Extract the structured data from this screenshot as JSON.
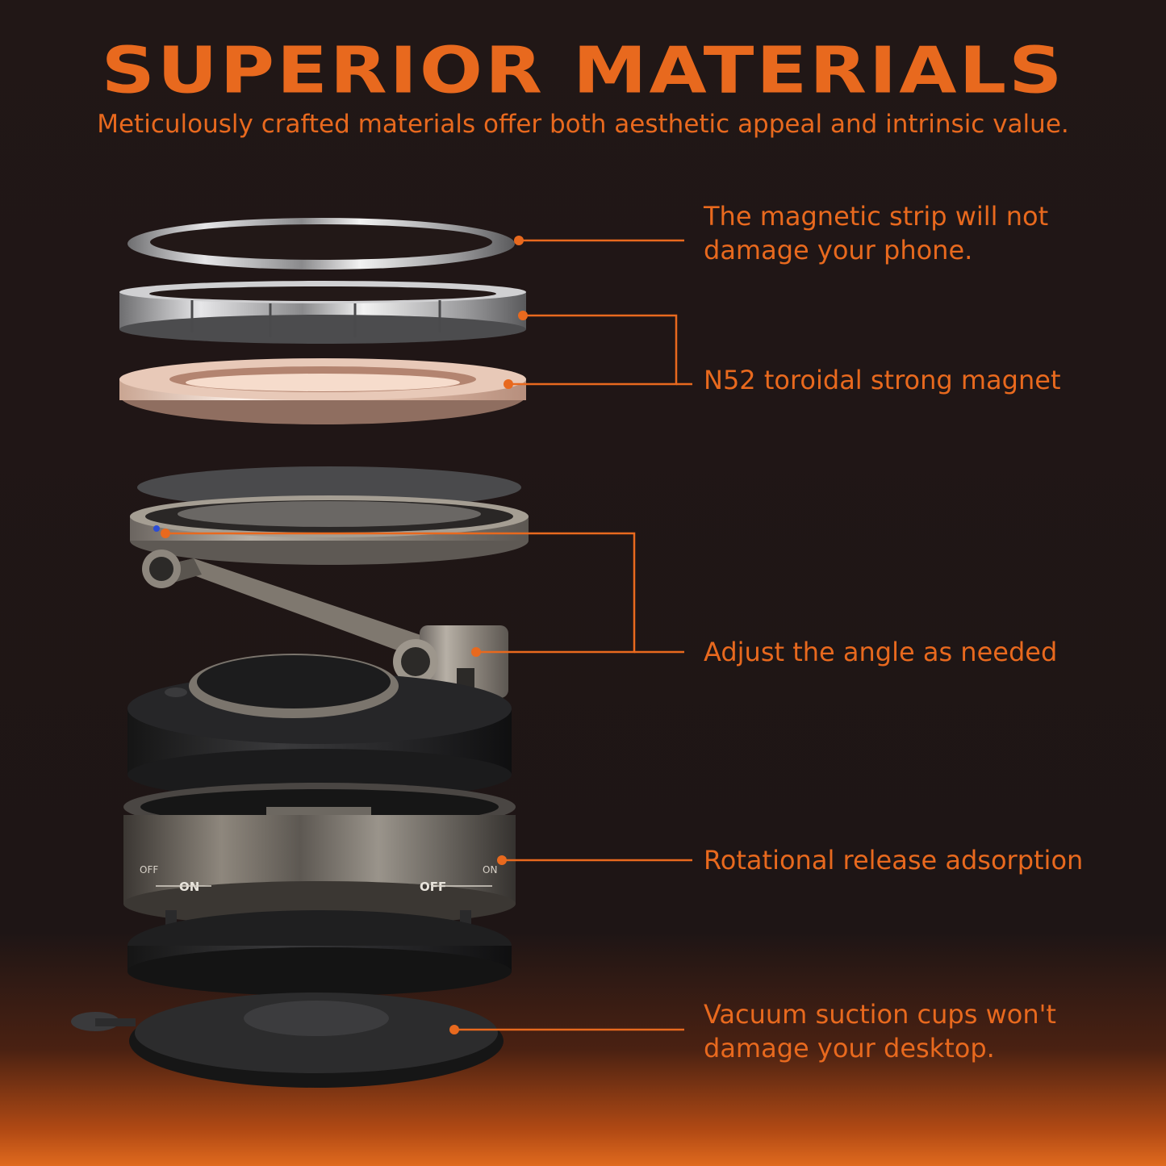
{
  "header": {
    "title": "SUPERIOR MATERIALS",
    "subtitle": "Meticulously crafted materials offer both aesthetic appeal and intrinsic value."
  },
  "callouts": {
    "magnetic_strip": "The magnetic strip will not\ndamage your phone.",
    "magnet": "N52 toroidal strong magnet",
    "angle": "Adjust the angle as needed",
    "rotation": "Rotational release adsorption",
    "suction": "Vacuum suction cups won't\ndamage your desktop."
  },
  "dial": {
    "on_left": "ON",
    "on_right": "ON",
    "off_left": "OFF",
    "off_right": "OFF"
  },
  "colors": {
    "accent": "#e8691e",
    "background": "#1e1515"
  }
}
